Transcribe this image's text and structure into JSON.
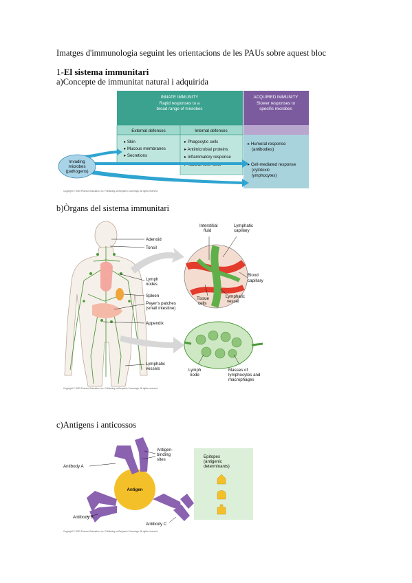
{
  "intro": "Imatges d'immunologia seguint les orientacions de les PAUs sobre aquest bloc",
  "section1": {
    "number": "1-",
    "title": "El sistema immunitari"
  },
  "subsections": {
    "a": "a)Concepte de immunitat natural i adquirida",
    "b": "b)Òrgans del sistema immunitari",
    "c": "c)Antigens i anticossos"
  },
  "fig_a": {
    "innate_title": "INNATE IMMUNITY",
    "innate_sub1": "Rapid responses to a",
    "innate_sub2": "broad range of microbes",
    "acquired_title": "ACQUIRED IMMUNITY",
    "acquired_sub1": "Slower responses to",
    "acquired_sub2": "specific microbes",
    "external_header": "External defenses",
    "internal_header": "Internal defenses",
    "external_items": [
      "Skin",
      "Mucous membranes",
      "Secretions"
    ],
    "internal_items": [
      "Phagocytic cells",
      "Antimicrobial proteins",
      "Inflammatory response",
      "Natural killer cells"
    ],
    "acquired_items": [
      {
        "line1": "Humoral response",
        "line2": "(antibodies)"
      },
      {
        "line1": "Cell-mediated response",
        "line2": "(cytotoxic",
        "line3": "lymphocytes)"
      }
    ],
    "invading1": "Invading",
    "invading2": "microbes",
    "invading3": "(pathogens)",
    "copyright": "Copyright © 2005 Pearson Education, Inc. Publishing as Benjamin Cummings. All rights reserved."
  },
  "fig_b": {
    "labels": {
      "adenoid": "Adenoid",
      "tonsil": "Tonsil",
      "lymph_nodes1": "Lymph",
      "lymph_nodes2": "nodes",
      "spleen": "Spleen",
      "peyer1": "Peyer's patches",
      "peyer2": "(small intestine)",
      "appendix": "Appendix",
      "lymphatic_vessels1": "Lymphatic",
      "lymphatic_vessels2": "vessels",
      "interstitial1": "Interstitial",
      "interstitial2": "fluid",
      "lymphatic_capillary1": "Lymphatic",
      "lymphatic_capillary2": "capillary",
      "blood_capillary1": "Blood",
      "blood_capillary2": "capillary",
      "tissue_cells1": "Tissue",
      "tissue_cells2": "cells",
      "lymphatic_vessel1": "Lymphatic",
      "lymphatic_vessel2": "vessel",
      "lymph_node1": "Lymph",
      "lymph_node2": "node",
      "masses1": "Masses of",
      "masses2": "lymphocytes and",
      "masses3": "macrophages"
    },
    "copyright": "Copyright © 2005 Pearson Education, Inc. Publishing as Benjamin Cummings. All rights reserved."
  },
  "fig_c": {
    "antigen": "Antigen",
    "antibody_a": "Antibody A",
    "antibody_b": "Antibody B",
    "antibody_c": "Antibody C",
    "binding1": "Antigen-",
    "binding2": "binding",
    "binding3": "sites",
    "epitopes1": "Epitopes",
    "epitopes2": "(antigenic",
    "epitopes3": "determinants)",
    "copyright": "Copyright © 2005 Pearson Education, Inc. Publishing as Benjamin Cummings. All rights reserved."
  },
  "colors": {
    "teal_dark": "#3aa28f",
    "teal_light": "#9fd8cc",
    "purple": "#7b5a9e",
    "blue_light": "#a8d2dc",
    "antigen_yellow": "#f4c02a",
    "antibody_purple": "#8a62b0",
    "lymph_green": "#4e9a3c"
  }
}
